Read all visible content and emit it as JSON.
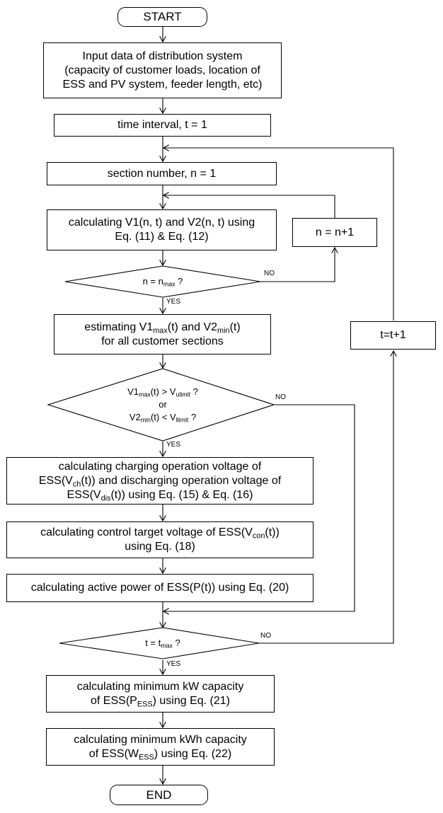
{
  "start": "START",
  "end": "END",
  "input_data": {
    "line1": "Input data of distribution system",
    "line2": "(capacity of customer loads, location of",
    "line3": "ESS and PV system, feeder length, etc)"
  },
  "time_interval": "time interval, t = 1",
  "section_number": "section number, n = 1",
  "calc_v": {
    "line1": "calculating V1(n, t) and V2(n, t) using",
    "line2": "Eq. (11) & Eq. (12)"
  },
  "n_increment": "n = n+1",
  "decision_n": {
    "pre": "n = n",
    "sub": "max",
    "post": " ?"
  },
  "estimating": {
    "l1_a": "estimating V1",
    "l1_sub1": "max",
    "l1_b": "(t) and V2",
    "l1_sub2": "min",
    "l1_c": "(t)",
    "line2": "for all customer sections"
  },
  "t_increment": "t=t+1",
  "decision_v": {
    "l1_a": "V1",
    "l1_sub1": "max",
    "l1_b": "(t) > V",
    "l1_sub2": "ulimit",
    "l1_c": " ?",
    "or": "or",
    "l3_a": "V2",
    "l3_sub1": "min",
    "l3_b": "(t) < V",
    "l3_sub2": "llimit",
    "l3_c": " ?"
  },
  "charging": {
    "line1": "calculating charging operation voltage of",
    "l2_a": "ESS(V",
    "l2_sub": "ch",
    "l2_b": "(t)) and discharging operation voltage of",
    "l3_a": "ESS(V",
    "l3_sub": "dis",
    "l3_b": "(t)) using Eq. (15) & Eq. (16)"
  },
  "control_target": {
    "l1_a": "calculating control target voltage of ESS(V",
    "l1_sub": "con",
    "l1_b": "(t))",
    "line2": "using Eq. (18)"
  },
  "active_power": "calculating active power of ESS(P(t)) using Eq. (20)",
  "decision_t": {
    "pre": "t = t",
    "sub": "max",
    "post": " ?"
  },
  "min_kw": {
    "line1": "calculating minimum kW capacity",
    "l2_a": "of ESS(P",
    "l2_sub": "ESS",
    "l2_b": ") using Eq. (21)"
  },
  "min_kwh": {
    "line1": "calculating minimum kWh capacity",
    "l2_a": "of ESS(W",
    "l2_sub": "ESS",
    "l2_b": ") using Eq. (22)"
  },
  "labels": {
    "no": "NO",
    "yes": "YES"
  }
}
